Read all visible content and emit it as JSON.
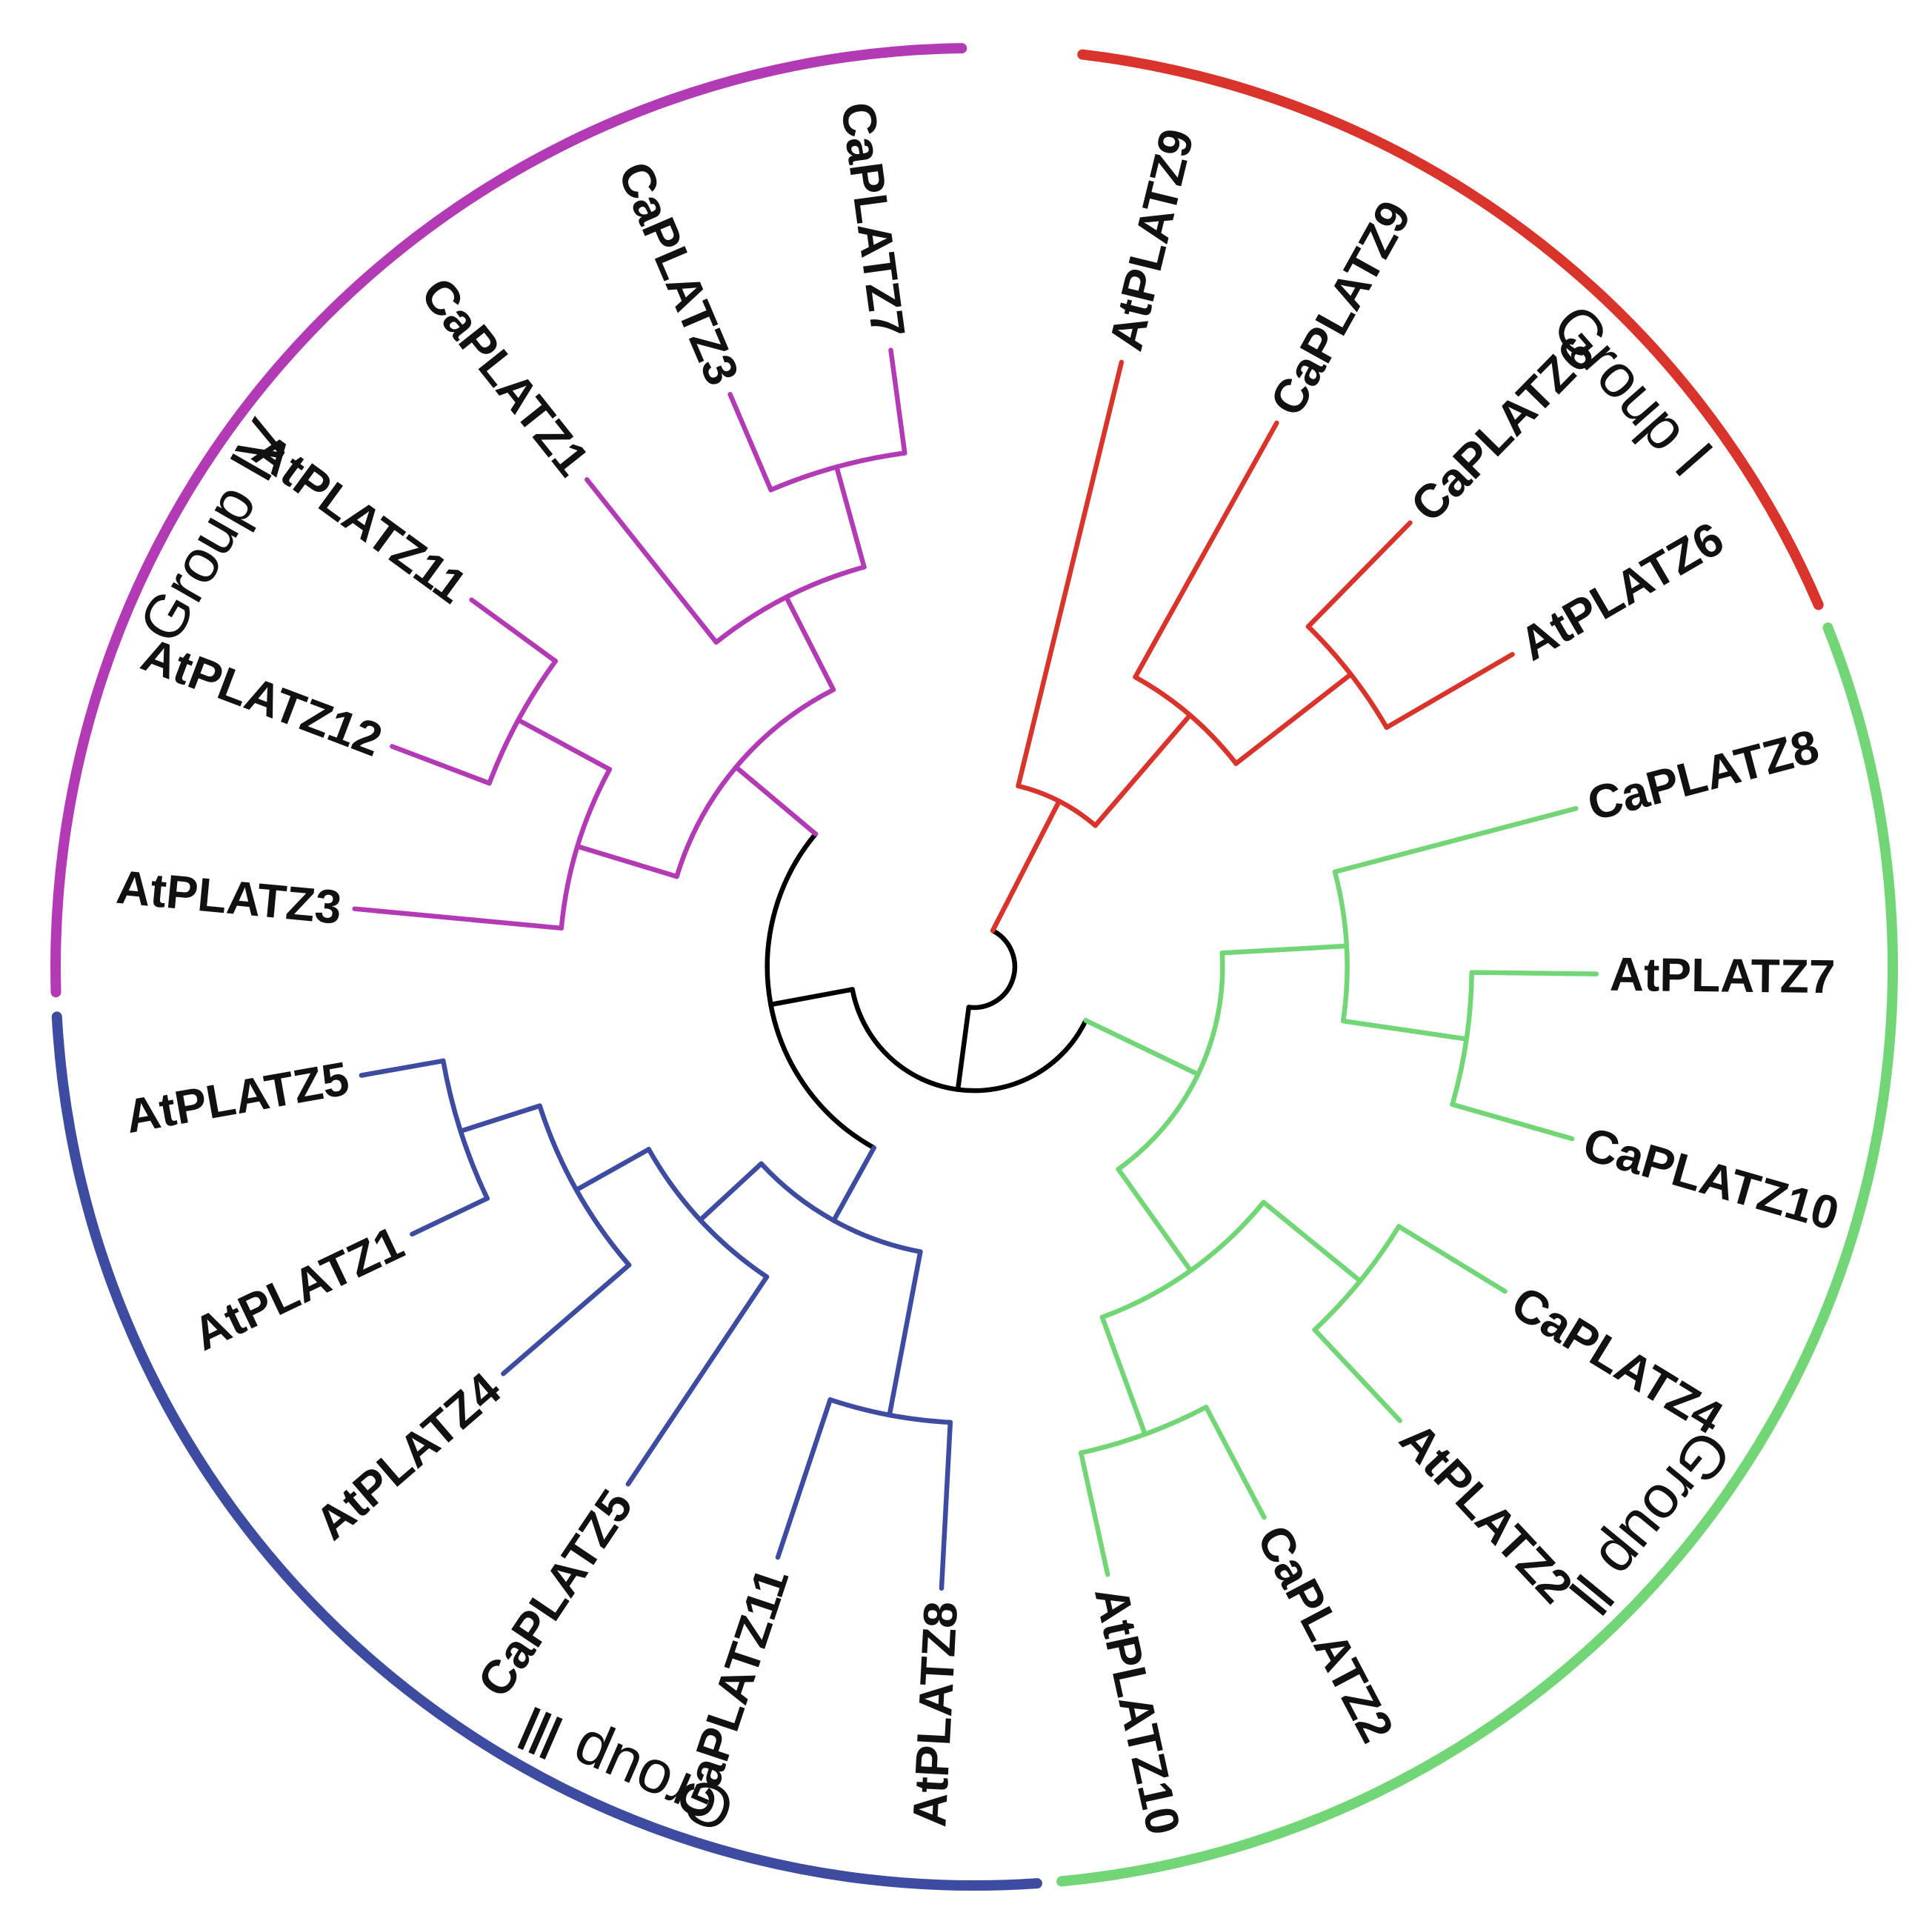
{
  "groups": [
    {
      "id": "I",
      "label": "Group Ⅰ",
      "color": "#d9342c"
    },
    {
      "id": "II",
      "label": "Group Ⅱ",
      "color": "#72d677"
    },
    {
      "id": "III",
      "label": "Group Ⅲ",
      "color": "#3d4ba0"
    },
    {
      "id": "IV",
      "label": "Group Ⅳ",
      "color": "#b23bb5"
    }
  ],
  "backbone_color": "#000000",
  "tree": {
    "children": [
      {
        "group": "I",
        "children": [
          {
            "leaf": "AtPLATZ9"
          },
          {
            "children": [
              {
                "leaf": "CaPLATZ9"
              },
              {
                "children": [
                  {
                    "leaf": "CaPLATZ6"
                  },
                  {
                    "leaf": "AtPLATZ6"
                  }
                ]
              }
            ]
          }
        ]
      },
      {
        "children": [
          {
            "group": "II",
            "children": [
              {
                "children": [
                  {
                    "leaf": "CaPLATZ8"
                  },
                  {
                    "children": [
                      {
                        "leaf": "AtPLATZ7"
                      },
                      {
                        "leaf": "CaPLATZ10"
                      }
                    ]
                  }
                ]
              },
              {
                "children": [
                  {
                    "children": [
                      {
                        "leaf": "CaPLATZ4"
                      },
                      {
                        "leaf": "AtPLATZ2"
                      }
                    ]
                  },
                  {
                    "children": [
                      {
                        "leaf": "CaPLATZ2"
                      },
                      {
                        "leaf": "AtPLATZ10"
                      }
                    ]
                  }
                ]
              }
            ]
          },
          {
            "children": [
              {
                "group": "III",
                "children": [
                  {
                    "children": [
                      {
                        "leaf": "AtPLATZ8"
                      },
                      {
                        "leaf": "CaPLATZ11"
                      }
                    ]
                  },
                  {
                    "children": [
                      {
                        "leaf": "CaPLATZ5"
                      },
                      {
                        "children": [
                          {
                            "leaf": "AtPLATZ4"
                          },
                          {
                            "children": [
                              {
                                "leaf": "AtPLATZ1"
                              },
                              {
                                "leaf": "AtPLATZ5"
                              }
                            ]
                          }
                        ]
                      }
                    ]
                  }
                ]
              },
              {
                "group": "IV",
                "children": [
                  {
                    "children": [
                      {
                        "leaf": "AtPLATZ3"
                      },
                      {
                        "children": [
                          {
                            "leaf": "AtPLATZ12"
                          },
                          {
                            "leaf": "AtPLATZ11"
                          }
                        ]
                      }
                    ]
                  },
                  {
                    "children": [
                      {
                        "leaf": "CaPLATZ1"
                      },
                      {
                        "children": [
                          {
                            "leaf": "CaPLATZ3"
                          },
                          {
                            "leaf": "CaPLATZ7"
                          }
                        ]
                      }
                    ]
                  }
                ]
              }
            ]
          }
        ]
      }
    ]
  }
}
